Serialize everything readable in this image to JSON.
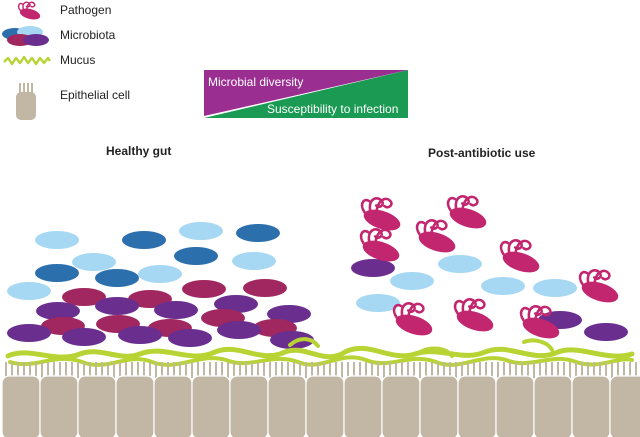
{
  "legend": {
    "pathogen": "Pathogen",
    "microbiota": "Microbiota",
    "mucus": "Mucus",
    "epithelial_cell": "Epithelial cell"
  },
  "gradient": {
    "diversity_label": "Microbial diversity",
    "susceptibility_label": "Susceptibility to infection",
    "diversity_color": "#9b2f91",
    "susceptibility_color": "#1a9a52"
  },
  "panels": {
    "healthy": "Healthy gut",
    "post_antibiotic": "Post-antibiotic use"
  },
  "colors": {
    "pathogen": "#c2266e",
    "microbe_light_blue": "#a6d8f3",
    "microbe_dark_blue": "#2b6fad",
    "microbe_maroon": "#a0275f",
    "microbe_purple": "#6a2f8e",
    "mucus": "#b7d334",
    "epithelium": "#c2b6a5"
  }
}
